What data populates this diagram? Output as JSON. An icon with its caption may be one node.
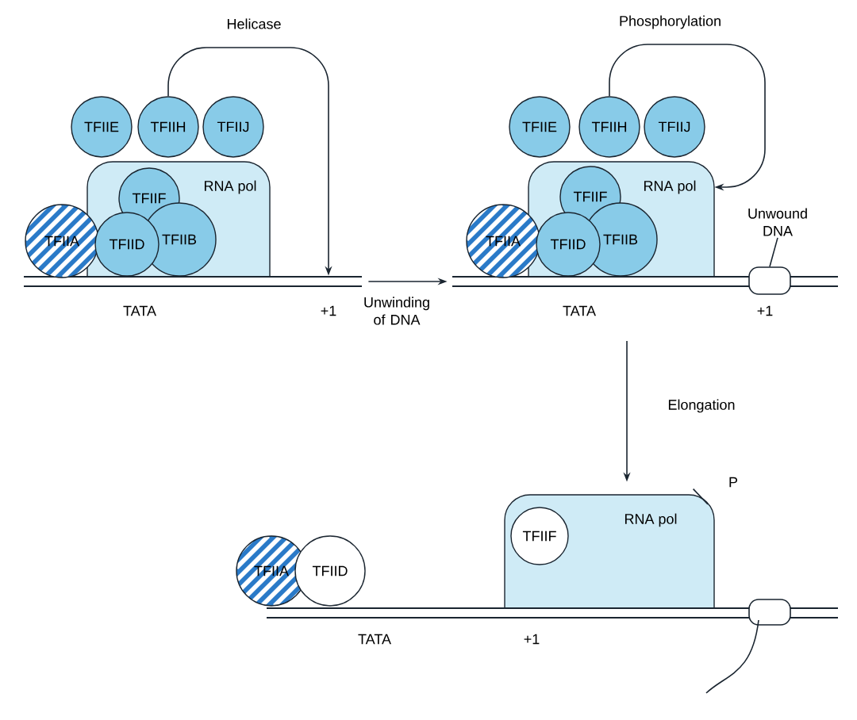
{
  "diagram": {
    "nodes": [
      {
        "text": [
          "RNA pol"
        ]
      },
      {
        "text": [
          "TFIIE"
        ]
      },
      {
        "text": [
          "TFIIH"
        ]
      },
      {
        "text": [
          "TFIIJ"
        ]
      },
      {
        "text": [
          "TFIIF"
        ],
        "in": 0
      },
      {
        "text": [
          "TFIIA"
        ]
      },
      {
        "text": [
          "TFIID"
        ],
        "in": 0
      },
      {
        "text": [
          "TFIIB"
        ],
        "in": 0
      },
      {
        "text": [],
        "shape": "bar"
      },
      {
        "text": [
          "RNA pol"
        ]
      },
      {
        "text": [
          "TFIIE"
        ]
      },
      {
        "text": [
          "TFIIH"
        ]
      },
      {
        "text": [
          "TFIIJ"
        ]
      },
      {
        "text": [
          "TFIIF"
        ],
        "in": 9
      },
      {
        "text": [
          "TFIIA"
        ]
      },
      {
        "text": [
          "TFIID"
        ],
        "in": 9
      },
      {
        "text": [
          "TFIIB"
        ],
        "in": 9
      },
      {
        "text": [],
        "shape": "bar"
      },
      {
        "text": [
          "Unwound DNA"
        ]
      },
      {
        "text": [],
        "shape": "ellipse"
      },
      {
        "text": [
          "P"
        ]
      },
      {
        "text": [
          "RNA pol"
        ]
      },
      {
        "text": [
          "TFIIF"
        ],
        "in": 21
      },
      {
        "text": [
          "TFIIA"
        ]
      },
      {
        "text": [
          "TFIID"
        ]
      },
      {
        "text": [],
        "shape": "bar"
      }
    ],
    "edges": [
      {
        "from": 2,
        "to": 8,
        "arrow": "to",
        "label": "Helicase"
      },
      {
        "from": 8,
        "to": 17,
        "arrow": "to",
        "label": "Unwinding of DNA"
      },
      {
        "from": 11,
        "to": 9,
        "arrow": "to",
        "label": "Phosphorylation"
      },
      {
        "from": 18,
        "to": 19,
        "arrow": "none"
      },
      {
        "from": null,
        "to": 21,
        "arrow": "to",
        "label": "Elongation"
      },
      {
        "from": 20,
        "to": 21,
        "arrow": "none"
      }
    ],
    "labels": [
      "TATA",
      "+1",
      "TATA",
      "+1",
      "TATA",
      "+1"
    ]
  }
}
